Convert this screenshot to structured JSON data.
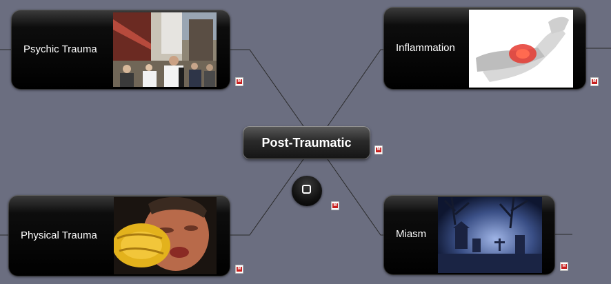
{
  "center": {
    "label": "Post-Traumatic"
  },
  "topics": [
    {
      "label": "Psychic Trauma",
      "image": "street-crowd-photo"
    },
    {
      "label": "Inflammation",
      "image": "inflamed-wrist-photo"
    },
    {
      "label": "Physical Trauma",
      "image": "boxing-punch-photo"
    },
    {
      "label": "Miasm",
      "image": "foggy-cemetery-photo"
    }
  ],
  "icons": {
    "note": "note-attachment-icon",
    "note_glyph": "M",
    "expand": "square-button-icon"
  },
  "colors": {
    "background": "#6b6e80",
    "node": "#000000",
    "connector": "#2a2a2a",
    "note_badge": "#c8201f"
  }
}
